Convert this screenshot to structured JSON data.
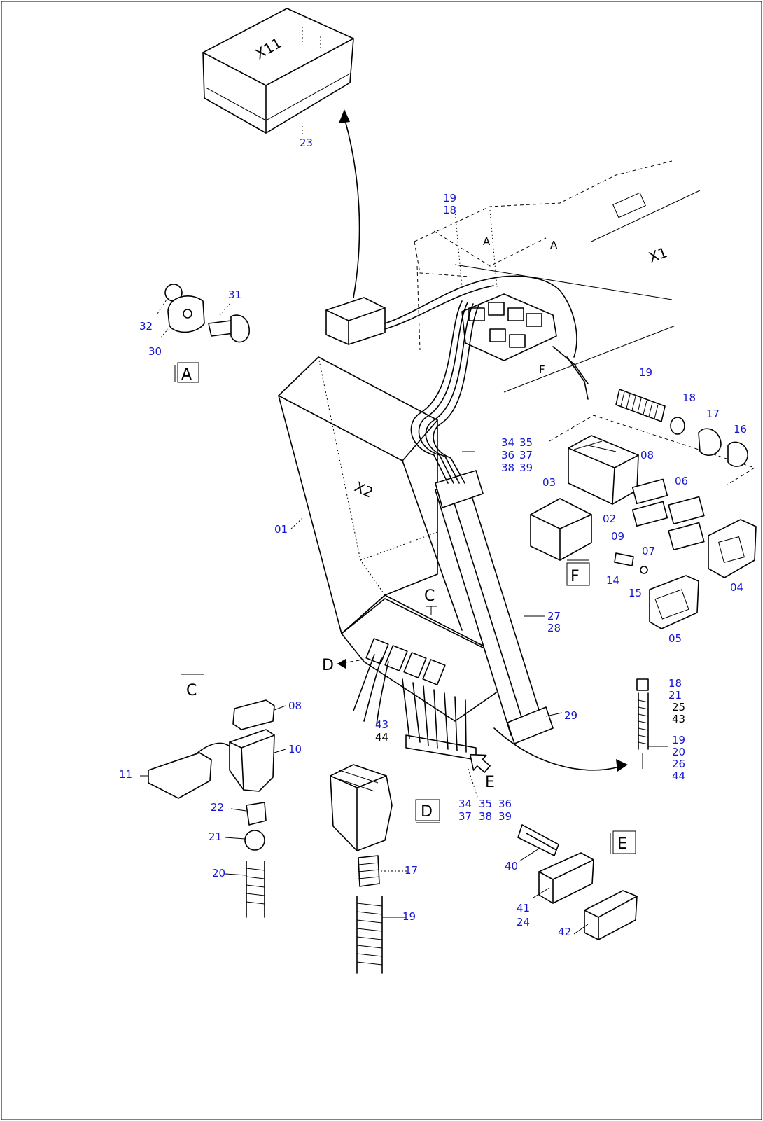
{
  "part_labels": {
    "p23": "23",
    "p19a": "19",
    "p18a": "18",
    "p31": "31",
    "p32": "32",
    "p30": "30",
    "p19b": "19",
    "p18b": "18",
    "p17a": "17",
    "p16": "16",
    "p34a": "34",
    "p35a": "35",
    "p36a": "36",
    "p37a": "37",
    "p38a": "38",
    "p39a": "39",
    "p08a": "08",
    "p03": "03",
    "p06": "06",
    "p02": "02",
    "p09": "09",
    "p07": "07",
    "p04": "04",
    "p14": "14",
    "p15": "15",
    "p05": "05",
    "p01": "01",
    "p27": "27",
    "p28": "28",
    "p29": "29",
    "p43": "43",
    "p44a": "44",
    "p18c": "18",
    "p21a": "21",
    "p25": "25",
    "p19c": "19",
    "p20a": "20",
    "p26": "26",
    "p44b": "44",
    "p08b": "08",
    "p10": "10",
    "p11": "11",
    "p22": "22",
    "p21b": "21",
    "p20b": "20",
    "p17b": "17",
    "p19d": "19",
    "p34b": "34",
    "p35b": "35",
    "p36b": "36",
    "p37b": "37",
    "p38b": "38",
    "p39b": "39",
    "p40": "40",
    "p41": "41",
    "p24": "24",
    "p42": "42"
  },
  "view_labels": {
    "x11": "X11",
    "x1": "X1",
    "x2": "X2",
    "a_upper_1": "A",
    "a_upper_2": "A",
    "f_upper": "F",
    "a_box": "A",
    "f_box": "F",
    "c_ref": "C",
    "c_section": "C",
    "d_ref": "D",
    "d_box": "D",
    "e_ref": "E",
    "e_box": "E",
    "ghost_43": "43"
  }
}
